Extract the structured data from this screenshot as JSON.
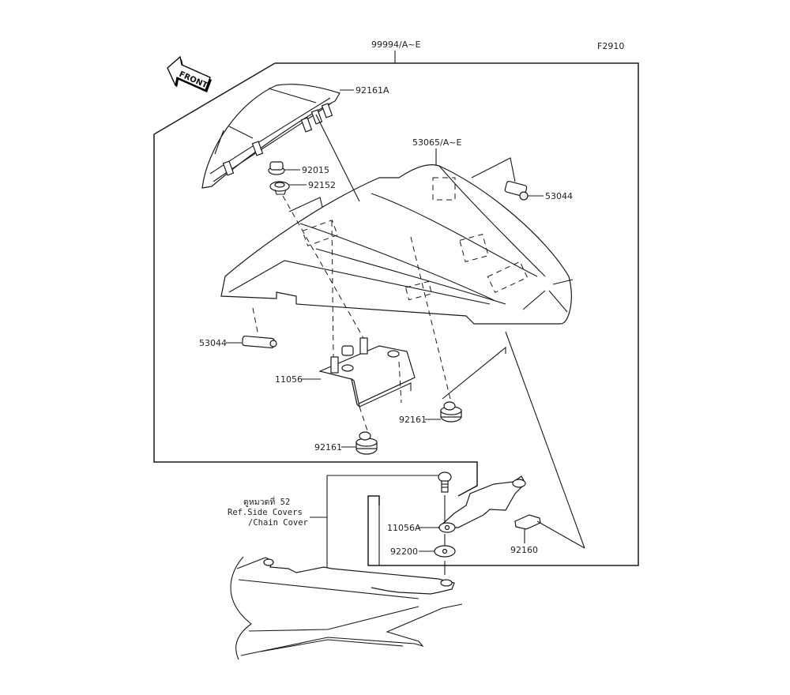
{
  "diagram": {
    "figure_id": "F2910",
    "assembly_label": "99994/A~E",
    "front_arrow_label": "FRONT",
    "parts": [
      {
        "id": "seat_cover",
        "number": "53065/A~E"
      },
      {
        "id": "seat_cover_pad",
        "number": "92161A"
      },
      {
        "id": "nut",
        "number": "92015"
      },
      {
        "id": "grommet",
        "number": "92152"
      },
      {
        "id": "clip_right",
        "number": "53044"
      },
      {
        "id": "clip_left",
        "number": "53044"
      },
      {
        "id": "bracket",
        "number": "11056"
      },
      {
        "id": "damper_right",
        "number": "92161"
      },
      {
        "id": "damper_left",
        "number": "92161"
      },
      {
        "id": "bracket_lower",
        "number": "11056A"
      },
      {
        "id": "washer",
        "number": "92200"
      },
      {
        "id": "pad",
        "number": "92160"
      }
    ],
    "reference": {
      "line1": "ดูหมวดที่ 52",
      "line2": "Ref.Side Covers",
      "line3": "/Chain Cover"
    }
  }
}
